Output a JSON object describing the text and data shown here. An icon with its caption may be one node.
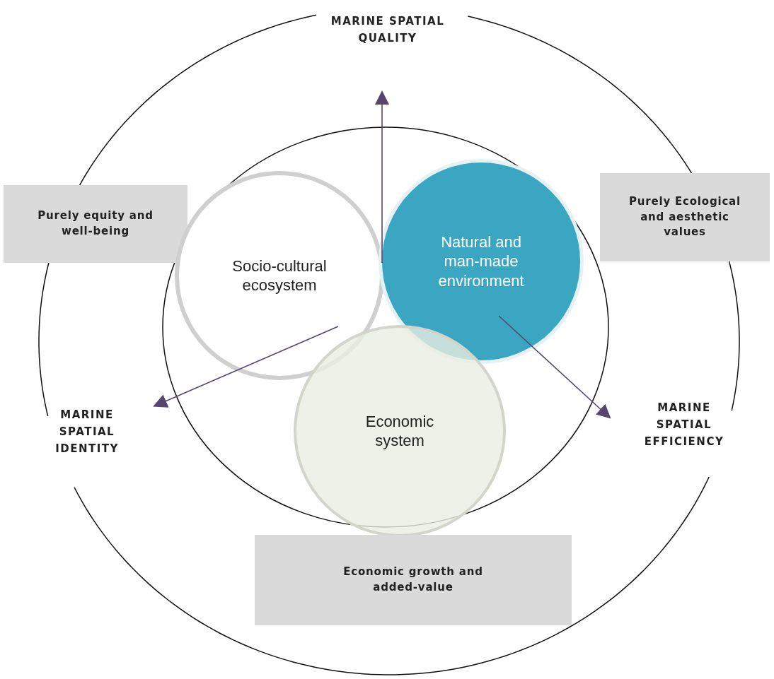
{
  "diagram": {
    "nodes": [
      {
        "text": [
          "MARINE SPATIAL QUALITY"
        ]
      },
      {
        "text": [
          "Purely equity and well-being"
        ]
      },
      {
        "text": [
          "Socio-cultural ecosystem"
        ]
      },
      {
        "text": [
          "Natural and man-made environment"
        ]
      },
      {
        "text": [
          "Purely Ecological and aesthetic values"
        ]
      },
      {
        "text": [
          "MARINE SPATIAL IDENTITY"
        ]
      },
      {
        "text": [
          "Economic system"
        ]
      },
      {
        "text": [
          "MARINE SPATIAL EFFICIENCY"
        ]
      },
      {
        "text": [
          "Economic growth and added-value"
        ]
      }
    ],
    "edges": [
      {
        "from": 3,
        "to": 0,
        "arrow": "to"
      },
      {
        "from": 2,
        "to": 5,
        "arrow": "to"
      },
      {
        "from": 3,
        "to": 7,
        "arrow": "to"
      }
    ]
  }
}
